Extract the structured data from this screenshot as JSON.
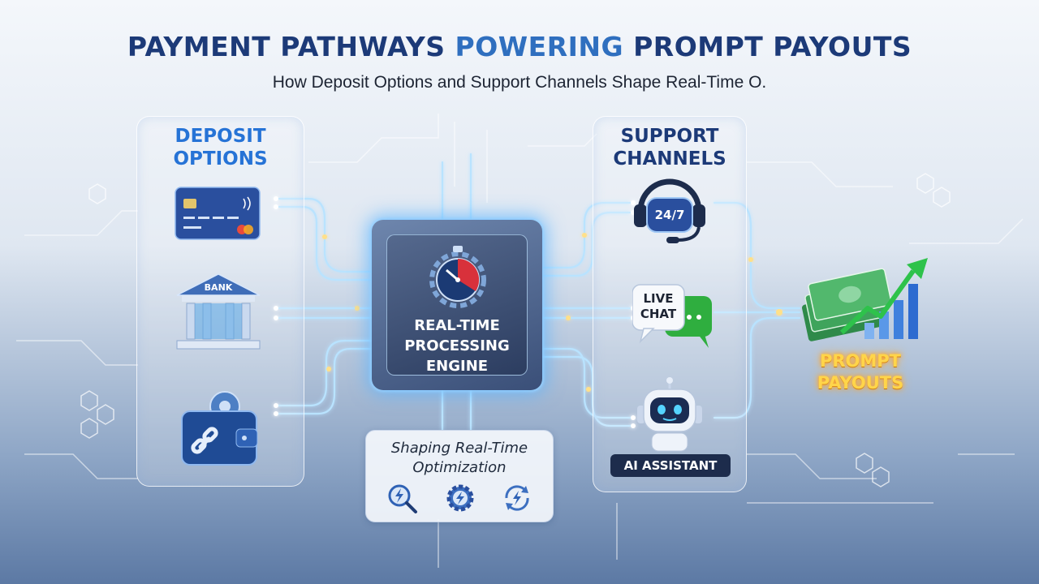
{
  "title": {
    "part1": "Payment Pathways",
    "part2": "Powering",
    "part3": "Prompt Payouts"
  },
  "subtitle": "How Deposit Options and Support Channels Shape Real-Time O.",
  "deposit": {
    "title_line1": "Deposit",
    "title_line2": "Options",
    "bank_label": "BANK"
  },
  "support": {
    "title_line1": "Support",
    "title_line2": "Channels",
    "headset_label": "24/7",
    "chat_line1": "LIVE",
    "chat_line2": "CHAT",
    "ai_label": "AI Assistant"
  },
  "engine": {
    "line1": "Real-Time",
    "line2": "Processing",
    "line3": "Engine"
  },
  "optimization": {
    "line1": "Shaping Real-Time",
    "line2": "Optimization"
  },
  "payouts": {
    "line1": "Prompt",
    "line2": "Payouts"
  },
  "colors": {
    "title_dark": "#1c3a78",
    "title_accent": "#2f6fbf",
    "glow": "#5ab4ff",
    "payout_gold": "#ffd54a"
  },
  "icons": [
    "credit-card-icon",
    "bank-icon",
    "wallet-icon",
    "headset-icon",
    "chat-icon",
    "robot-icon",
    "stopwatch-gear-icon",
    "magnifier-lightning-icon",
    "gear-lightning-icon",
    "refresh-lightning-icon",
    "money-chart-icon"
  ]
}
